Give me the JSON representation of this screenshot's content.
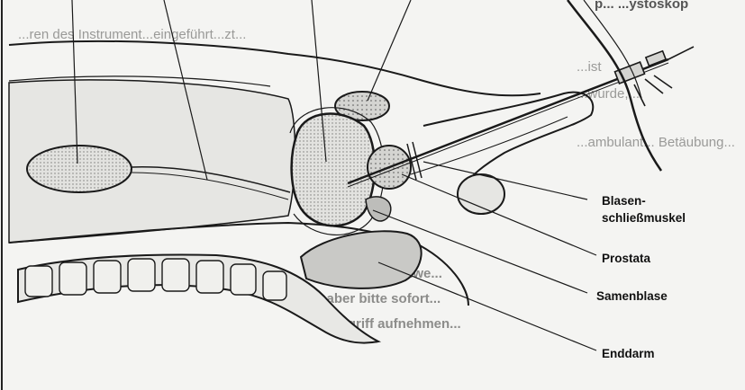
{
  "labels": {
    "blasenschliessmuskel_line1": "Blasen-",
    "blasenschliessmuskel_line2": "schließmuskel",
    "prostata": "Prostata",
    "samenblase": "Samenblase",
    "enddarm": "Enddarm"
  },
  "background_text": {
    "top_fragment": "p... ...ystoskop",
    "line_2": "...ren des Instrument...eingeführt...zt...",
    "line_3": "...ist",
    "line_4": "...wurde, ...",
    "line_5": "...ambulant... Betäubung...",
    "line_6": "...",
    "line_7": "Mal wirken Schwe...",
    "line_8": "...aber bitte sofort...",
    "line_9": "...Eingriff aufnehmen..."
  },
  "colors": {
    "paper": "#f4f4f2",
    "ink": "#1a1a1a",
    "shading": "#d9d9d6",
    "dark_shading": "#8a8a88"
  }
}
